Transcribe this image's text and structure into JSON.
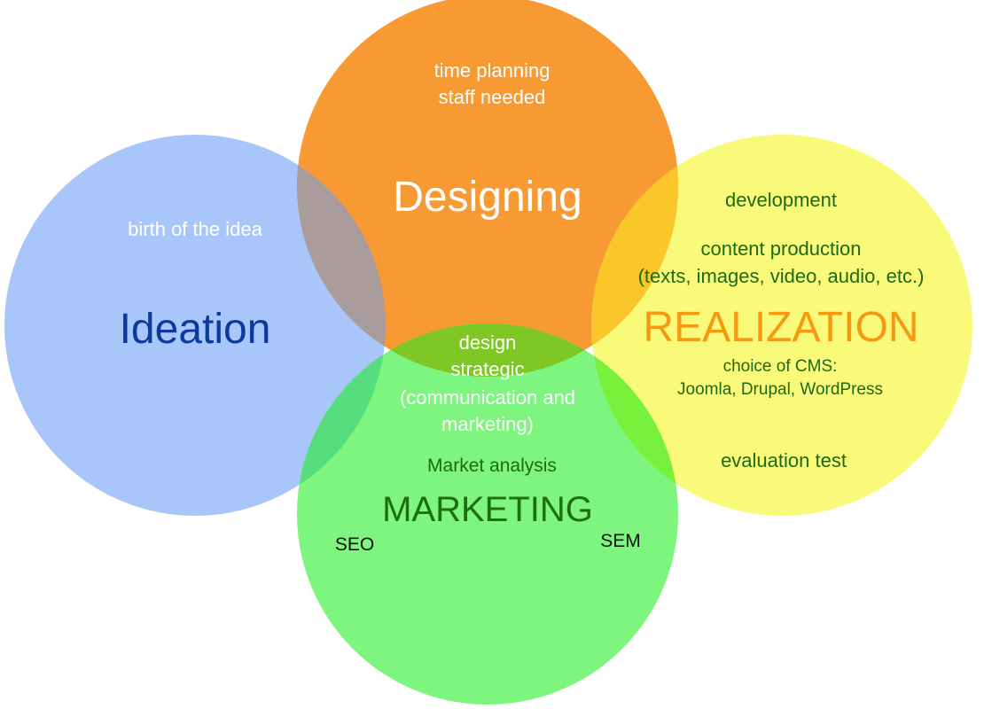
{
  "circles": {
    "ideation": {
      "title": "Ideation",
      "notes": [
        "birth of the idea"
      ],
      "fill": "#a9c6fb",
      "title_color": "#0b3a9c",
      "note_color": "#ffffff"
    },
    "designing": {
      "title": "Designing",
      "notes": [
        "time planning",
        "staff needed"
      ],
      "fill": "#f89a33",
      "title_color": "#ffffff",
      "note_color": "#ffffff"
    },
    "realization": {
      "title": "REALIZATION",
      "notes": [
        "development",
        "content production",
        "(texts, images, video, audio, etc.)",
        "choice of CMS:",
        "Joomla, Drupal, WordPress",
        "evaluation test"
      ],
      "fill": "#fafa7a",
      "title_color": "#f59a10",
      "note_color": "#1f6a10"
    },
    "marketing": {
      "title": "MARKETING",
      "notes": [
        "Market analysis",
        "SEO",
        "SEM"
      ],
      "fill": "#7ef57e",
      "title_color": "#1d6e12",
      "note_color": "#1f6a10",
      "tag_color": "#111111"
    }
  },
  "overlaps": {
    "ideation_designing": "#aa9b9c",
    "designing_realization": "#fbc62a",
    "ideation_marketing": "#55dd7e",
    "realization_marketing": "#79f03c",
    "designing_marketing": "#7fc724"
  },
  "center": {
    "lines": [
      "design",
      "strategic",
      "(communication and",
      "marketing)"
    ],
    "color": "#ffffff"
  }
}
